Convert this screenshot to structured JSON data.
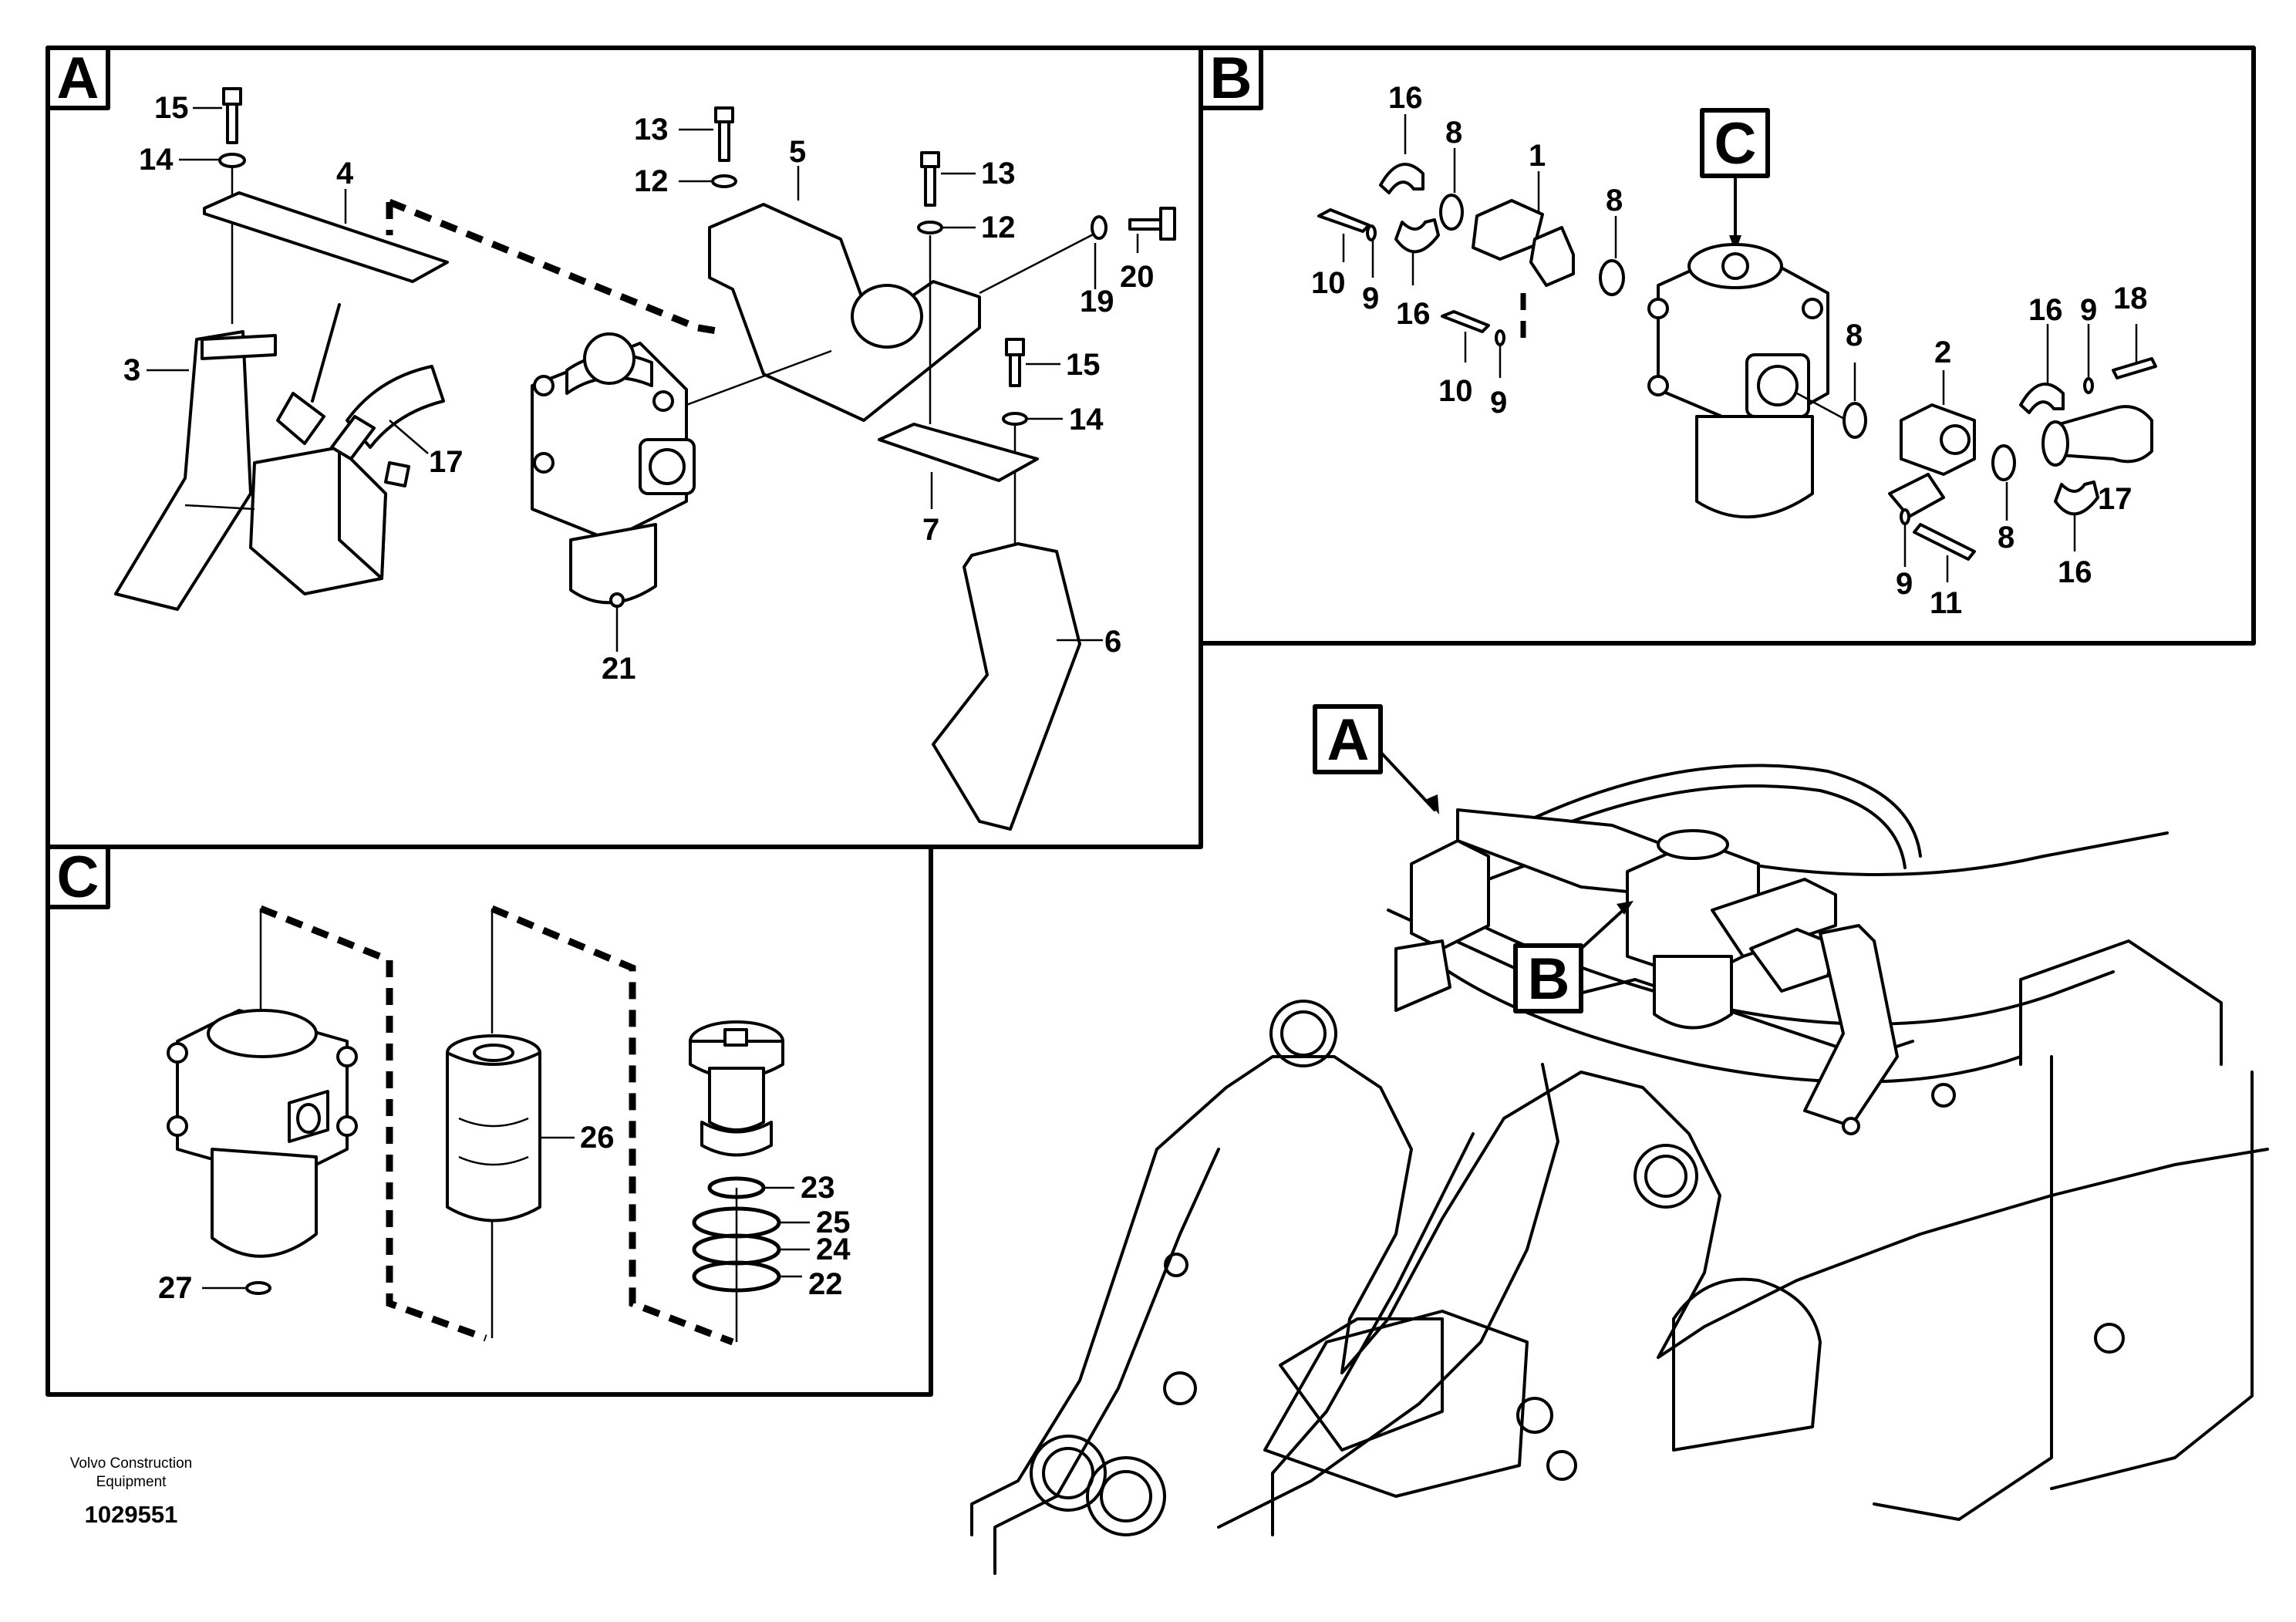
{
  "panels": {
    "A": {
      "tag": "A",
      "callouts": [
        "15",
        "14",
        "4",
        "3",
        "17",
        "13",
        "12",
        "5",
        "13",
        "12",
        "19",
        "20",
        "15",
        "14",
        "7",
        "6",
        "21"
      ]
    },
    "B": {
      "tag": "B",
      "callouts": [
        "16",
        "8",
        "1",
        "8",
        "10",
        "9",
        "16",
        "10",
        "9",
        "8",
        "2",
        "16",
        "9",
        "18",
        "8",
        "17",
        "9",
        "11",
        "16"
      ],
      "sub_tag": "C"
    },
    "C": {
      "tag": "C",
      "callouts": [
        "26",
        "23",
        "25",
        "24",
        "22",
        "27"
      ]
    },
    "overview": {
      "tag_a": "A",
      "tag_b": "B"
    }
  },
  "footer": {
    "company": "Volvo Construction Equipment",
    "drawing_number": "1029551"
  }
}
